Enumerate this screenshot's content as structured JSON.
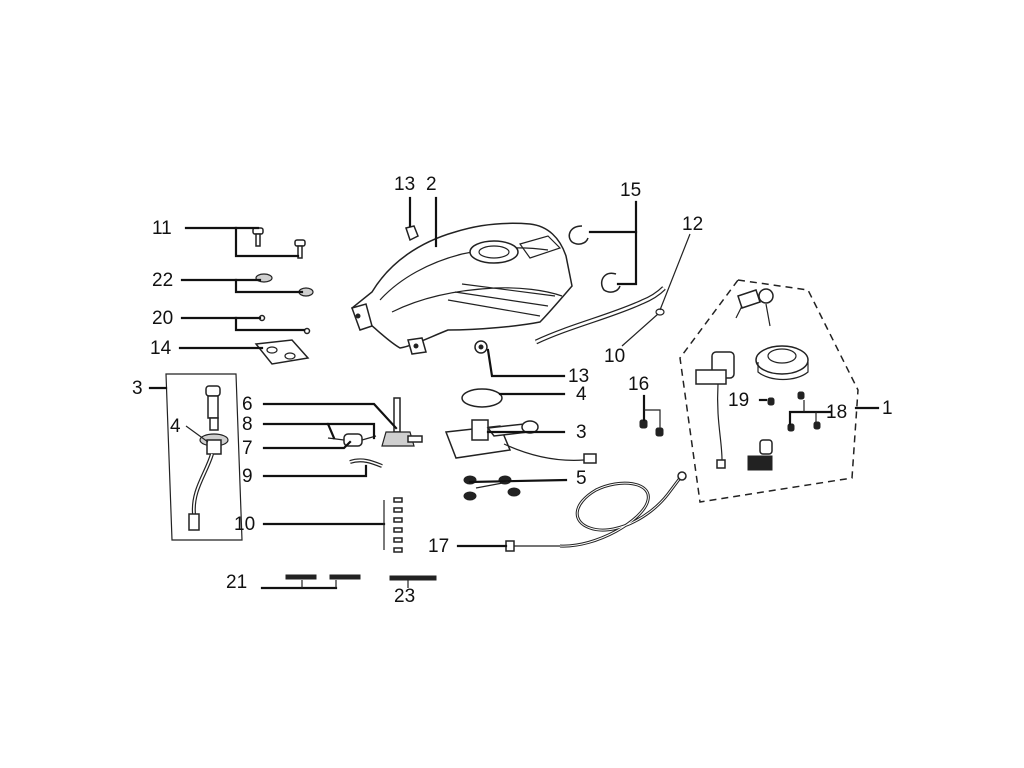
{
  "callouts": {
    "c1": "1",
    "c2": "2",
    "c3a": "3",
    "c3b": "3",
    "c4a": "4",
    "c4b": "4",
    "c5": "5",
    "c6": "6",
    "c7": "7",
    "c8": "8",
    "c9": "9",
    "c10a": "10",
    "c10b": "10",
    "c11": "11",
    "c12": "12",
    "c13a": "13",
    "c13b": "13",
    "c14": "14",
    "c15": "15",
    "c16": "16",
    "c17": "17",
    "c18": "18",
    "c19": "19",
    "c20": "20",
    "c21": "21",
    "c22": "22",
    "c23": "23"
  },
  "colors": {
    "ink": "#111111",
    "part_fill": "#ffffff",
    "shade": "#cfcfcf"
  }
}
